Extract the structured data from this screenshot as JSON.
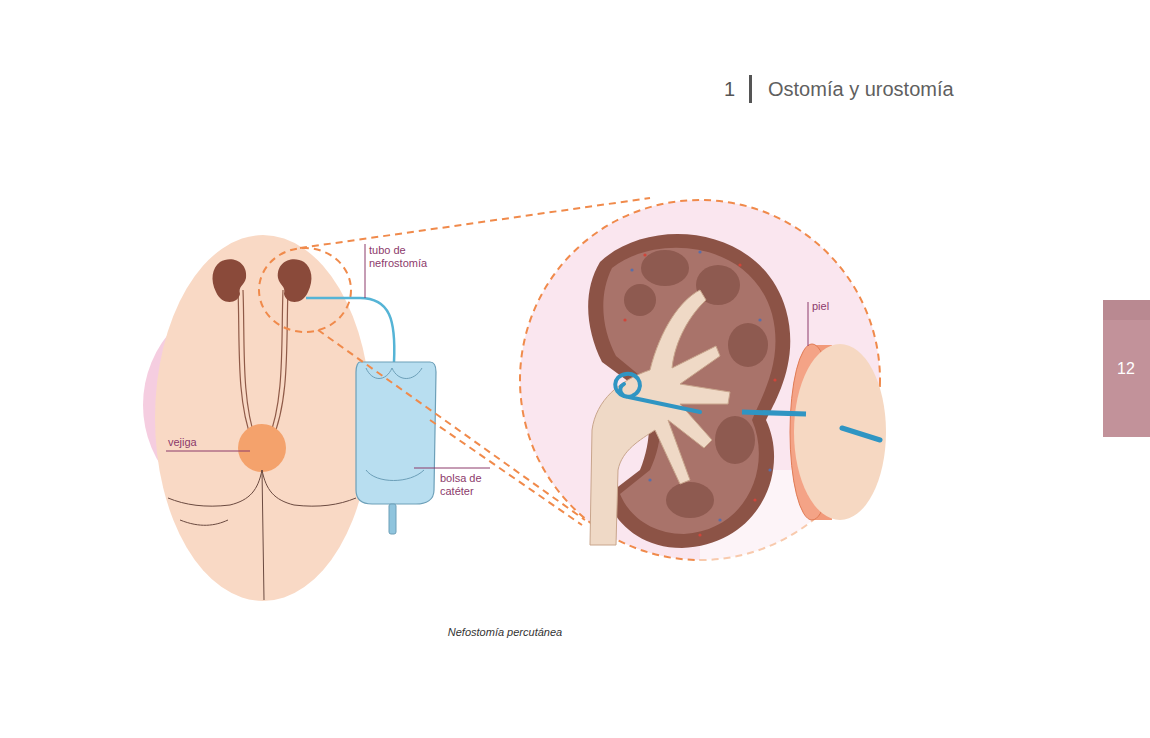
{
  "diagram": {
    "caption": "Nefostomía percutánea",
    "labels": [
      "1",
      "Ostomía y urostomía",
      "12",
      "tubo de nefrostomía",
      "vejiga",
      "bolsa de catéter",
      "piel"
    ]
  }
}
